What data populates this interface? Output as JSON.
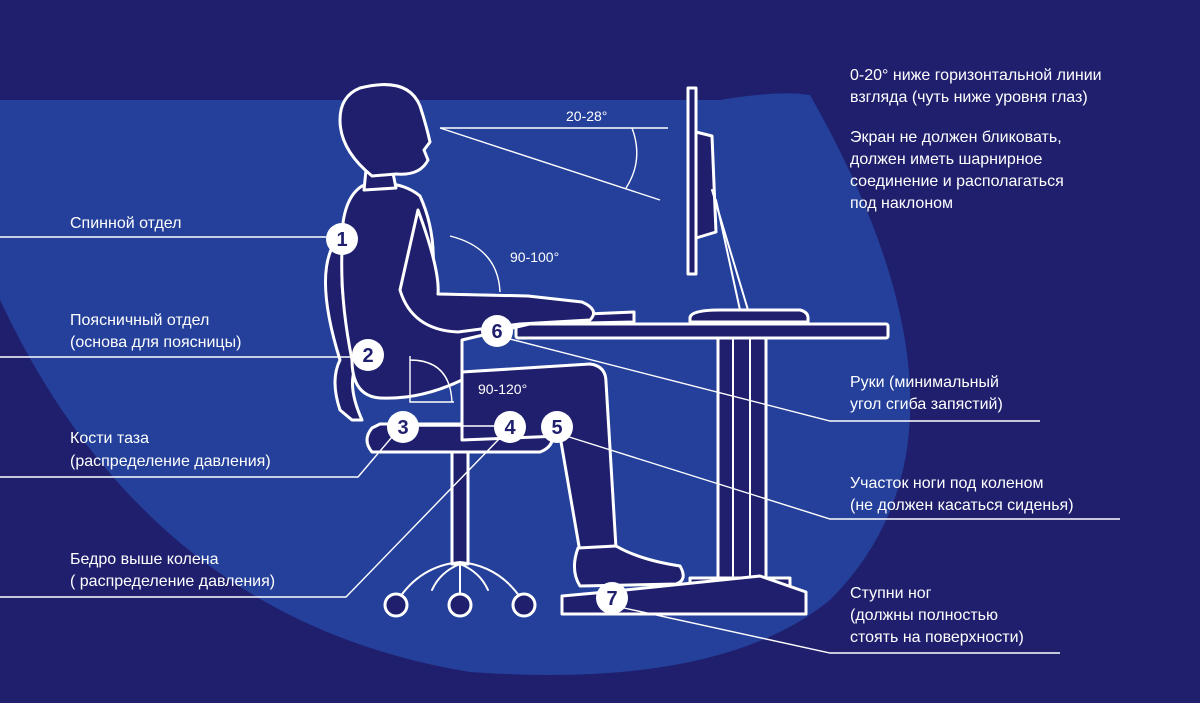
{
  "colors": {
    "background": "#1f1f6e",
    "arc": "#24409a",
    "foreground": "#ffffff"
  },
  "angles": {
    "eye": "20-28°",
    "hip": "90-100°",
    "knee": "90-120°"
  },
  "markers": [
    "1",
    "2",
    "3",
    "4",
    "5",
    "6",
    "7"
  ],
  "labels": {
    "spine": [
      "Спинной отдел"
    ],
    "lumbar": [
      "Поясничный отдел",
      "(основа для поясницы)"
    ],
    "pelvis": [
      "Кости таза",
      "(распределение давления)"
    ],
    "thigh": [
      "Бедро выше колена",
      "( распределение давления)"
    ],
    "screen_angle": [
      "0-20° ниже горизонтальной линии",
      "взгляда (чуть ниже уровня глаз)"
    ],
    "screen": [
      "Экран не должен бликовать,",
      "должен иметь шарнирное",
      "соединение и располагаться",
      "под наклоном"
    ],
    "hands": [
      "Руки (минимальный",
      "угол сгиба запястий)"
    ],
    "knee_area": [
      "Участок ноги под коленом",
      "(не должен касаться сиденья)"
    ],
    "feet": [
      "Ступни ног",
      "(должны полностью",
      "стоять на поверхности)"
    ]
  }
}
